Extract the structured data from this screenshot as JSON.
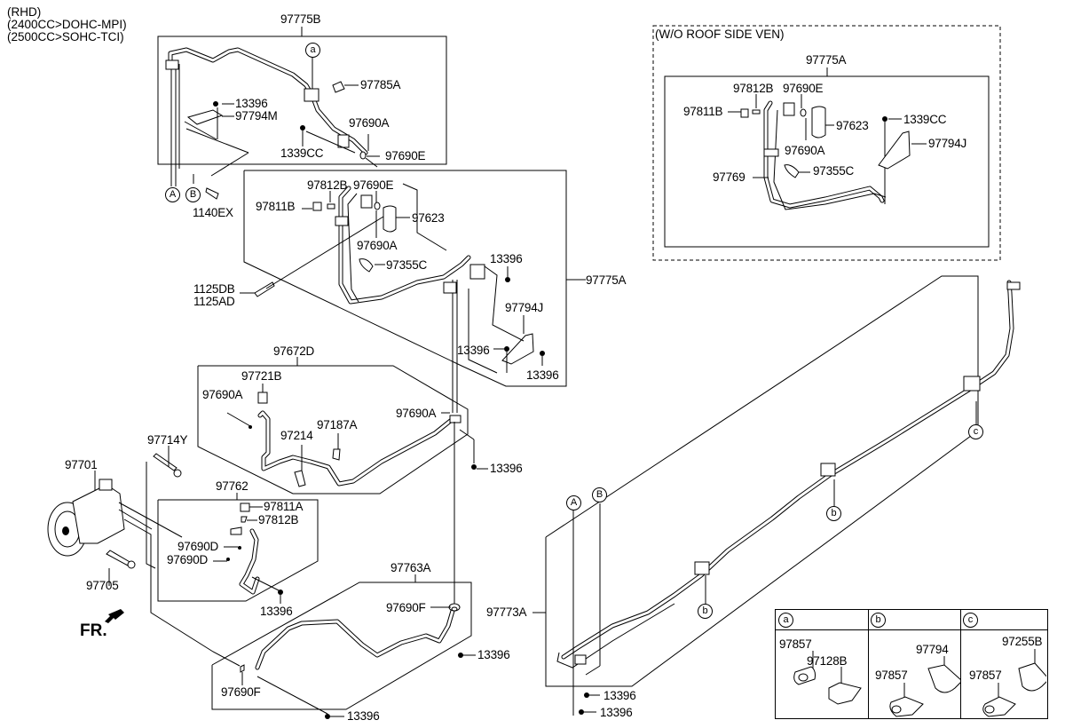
{
  "notes": {
    "lines": [
      "(RHD)",
      "(2400CC>DOHC-MPI)",
      "(2500CC>SOHC-TCI)"
    ],
    "inset_title": "(W/O ROOF SIDE VEN)",
    "front_label": "FR."
  },
  "groups": {
    "g97775B": "97775B",
    "g97775A_main": "97775A",
    "g97775A_inset": "97775A",
    "g97672D": "97672D",
    "g97762": "97762",
    "g97763A": "97763A",
    "g97773A": "97773A"
  },
  "labels": {
    "tl_13396": "13396",
    "tl_97794M": "97794M",
    "tl_97785A": "97785A",
    "tl_97690A": "97690A",
    "tl_1339CC": "1339CC",
    "tl_97690E": "97690E",
    "tl_1140EX": "1140EX",
    "m_97812B": "97812B",
    "m_97690E": "97690E",
    "m_97811B": "97811B",
    "m_97623": "97623",
    "m_97690A": "97690A",
    "m_97355C": "97355C",
    "m_13396a": "13396",
    "m_1125DB": "1125DB",
    "m_1125AD": "1125AD",
    "m_97794J": "97794J",
    "m_13396b": "13396",
    "m_13396c": "13396",
    "i_97812B": "97812B",
    "i_97690E": "97690E",
    "i_97811B": "97811B",
    "i_97623": "97623",
    "i_1339CC": "1339CC",
    "i_97794J": "97794J",
    "i_97690A": "97690A",
    "i_97769": "97769",
    "i_97355C": "97355C",
    "d_97721B": "97721B",
    "d_97690A": "97690A",
    "d_97214": "97214",
    "d_97187A": "97187A",
    "d_97690A2": "97690A",
    "d_13396": "13396",
    "c_97714Y": "97714Y",
    "c_97701": "97701",
    "c_97705": "97705",
    "h_97811A": "97811A",
    "h_97812B": "97812B",
    "h_97690D": "97690D",
    "h_97690D2": "97690D",
    "h_13396": "13396",
    "s_97690F": "97690F",
    "s_13396": "13396",
    "s_97690F2": "97690F",
    "s_13396b": "13396",
    "r_13396a": "13396",
    "r_13396b": "13396"
  },
  "callouts": {
    "A": "A",
    "B": "B",
    "a": "a",
    "b": "b",
    "c": "c"
  },
  "legend_table": {
    "columns": [
      {
        "key": "a",
        "parts": [
          "97857",
          "97128B"
        ]
      },
      {
        "key": "b",
        "parts": [
          "97794",
          "97857"
        ]
      },
      {
        "key": "c",
        "parts": [
          "97255B",
          "97857"
        ]
      }
    ]
  }
}
